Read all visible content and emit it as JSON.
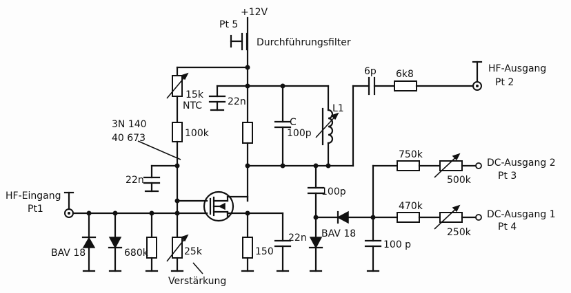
{
  "labels": {
    "supply": "+12V",
    "pt5": "Pt 5",
    "feedthrough": "Durchführungsfilter",
    "ntc_value": "15k",
    "ntc": "NTC",
    "c22n_top": "22n",
    "c_name": "C",
    "c_value": "100p",
    "l1": "L1",
    "cap_6p": "6p",
    "res_6k8": "6k8",
    "hf_out": "HF-Ausgang",
    "pt2": "Pt 2",
    "fet_type1": "3N 140",
    "fet_type2": "40 673",
    "r100k": "100k",
    "c22n_left": "22n",
    "r750k": "750k",
    "dc_out2": "DC-Ausgang 2",
    "pt3": "Pt 3",
    "trim500k": "500k",
    "c100p_mid": "100p",
    "hf_in": "HF-Eingang",
    "pt1": "Pt1",
    "r470k": "470k",
    "dc_out1": "DC-Ausgang 1",
    "pt4": "Pt 4",
    "trim250k": "250k",
    "bav18_mid": "BAV 18",
    "bav18_left": "BAV 18",
    "r680k": "680k",
    "pot25k": "25k",
    "r150": "150",
    "c22n_src": "22n",
    "c100p_out": "100 p",
    "gain": "Verstärkung"
  }
}
